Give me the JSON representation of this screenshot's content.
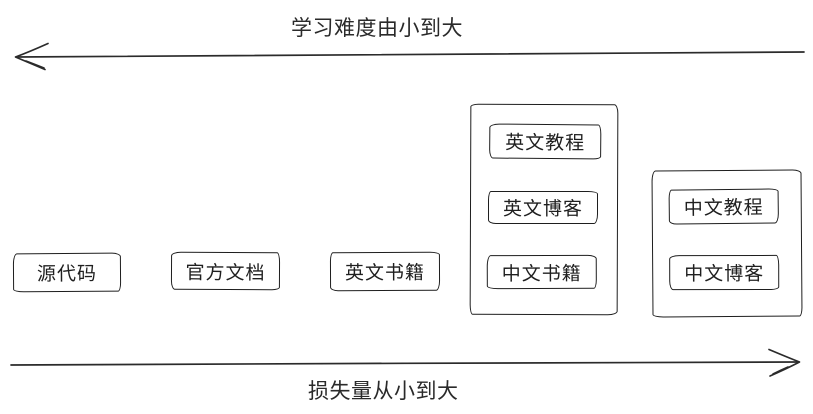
{
  "canvas": {
    "background": "#ffffff",
    "ink": "#1e1e1e"
  },
  "axes": {
    "top": {
      "label": "学习难度由小到大",
      "direction": "left"
    },
    "bottom": {
      "label": "损失量从小到大",
      "direction": "right"
    }
  },
  "standalone_boxes": [
    {
      "label": "源代码"
    },
    {
      "label": "官方文档"
    },
    {
      "label": "英文书籍"
    }
  ],
  "groups": [
    {
      "items": [
        {
          "label": "英文教程"
        },
        {
          "label": "英文博客"
        },
        {
          "label": "中文书籍"
        }
      ]
    },
    {
      "items": [
        {
          "label": "中文教程"
        },
        {
          "label": "中文博客"
        }
      ]
    }
  ]
}
